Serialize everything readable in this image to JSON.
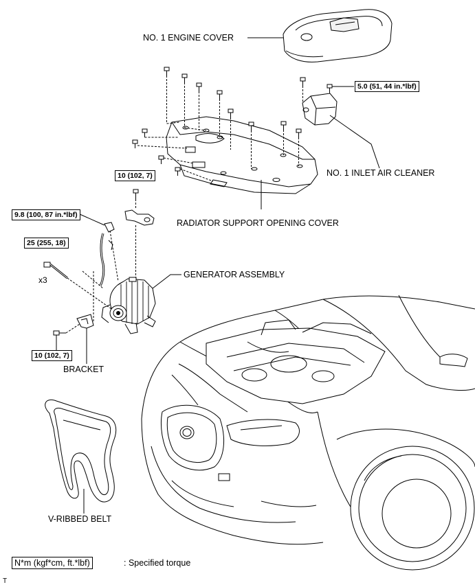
{
  "labels": {
    "engine_cover": "NO. 1 ENGINE COVER",
    "inlet_air_cleaner": "NO. 1 INLET AIR CLEANER",
    "radiator_cover": "RADIATOR SUPPORT OPENING COVER",
    "generator": "GENERATOR ASSEMBLY",
    "bracket": "BRACKET",
    "belt": "V-RIBBED BELT",
    "x3": "x3",
    "corner_mark": "T"
  },
  "torques": {
    "air_cleaner_bolt": "5.0 (51, 44 in.*lbf)",
    "cover_bolt": "10 (102, 7)",
    "terminal_nut": "9.8 (100, 87 in.*lbf)",
    "generator_bolt": "25 (255, 18)",
    "bracket_bolt": "10 (102, 7)"
  },
  "legend": {
    "unit_box": "N*m (kgf*cm, ft.*lbf)",
    "text": ": Specified torque"
  }
}
